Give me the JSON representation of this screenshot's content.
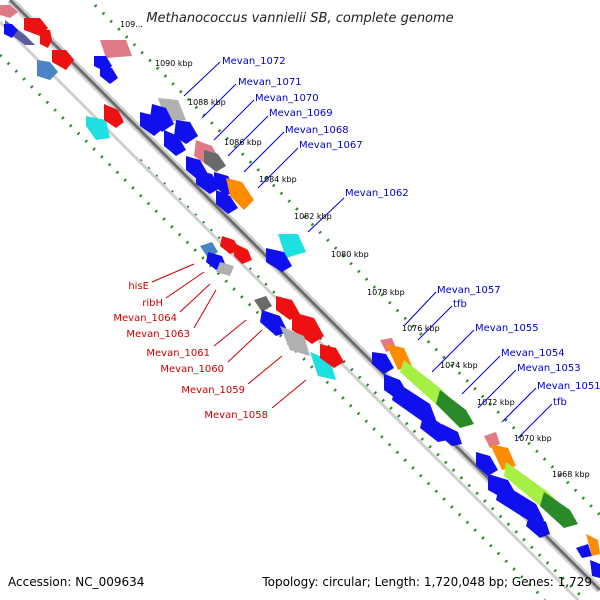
{
  "title": "Methanococcus vannielii SB, complete genome",
  "footer": {
    "accession": "Accession: NC_009634",
    "summary": "Topology: circular; Length: 1,720,048 bp; Genes: 1,729"
  },
  "colors": {
    "backbone": "#7a7a7a",
    "dots": "#2a8a2a",
    "blue_label": "#0000cc",
    "red_label": "#cc0000"
  },
  "kbp_ticks": [
    {
      "label": "109...",
      "pos": 0
    },
    {
      "label": "1090 kbp",
      "pos": 1
    },
    {
      "label": "1088 kbp",
      "pos": 2
    },
    {
      "label": "1086 kbp",
      "pos": 3
    },
    {
      "label": "1084 kbp",
      "pos": 4
    },
    {
      "label": "1082 kbp",
      "pos": 5
    },
    {
      "label": "1080 kbp",
      "pos": 6
    },
    {
      "label": "1078 kbp",
      "pos": 7
    },
    {
      "label": "1076 kbp",
      "pos": 8
    },
    {
      "label": "1074 kbp",
      "pos": 9
    },
    {
      "label": "1072 kbp",
      "pos": 10
    },
    {
      "label": "1070 kbp",
      "pos": 11
    },
    {
      "label": "1068 kbp",
      "pos": 12
    }
  ],
  "labels_blue": [
    "Mevan_1072",
    "Mevan_1071",
    "Mevan_1070",
    "Mevan_1069",
    "Mevan_1068",
    "Mevan_1067",
    "Mevan_1062",
    "Mevan_1057",
    "tfb",
    "Mevan_1055",
    "Mevan_1054",
    "Mevan_1053",
    "Mevan_1051",
    "tfb"
  ],
  "labels_red": [
    "hisE",
    "ribH",
    "Mevan_1064",
    "Mevan_1063",
    "Mevan_1061",
    "Mevan_1060",
    "Mevan_1059",
    "Mevan_1058"
  ]
}
